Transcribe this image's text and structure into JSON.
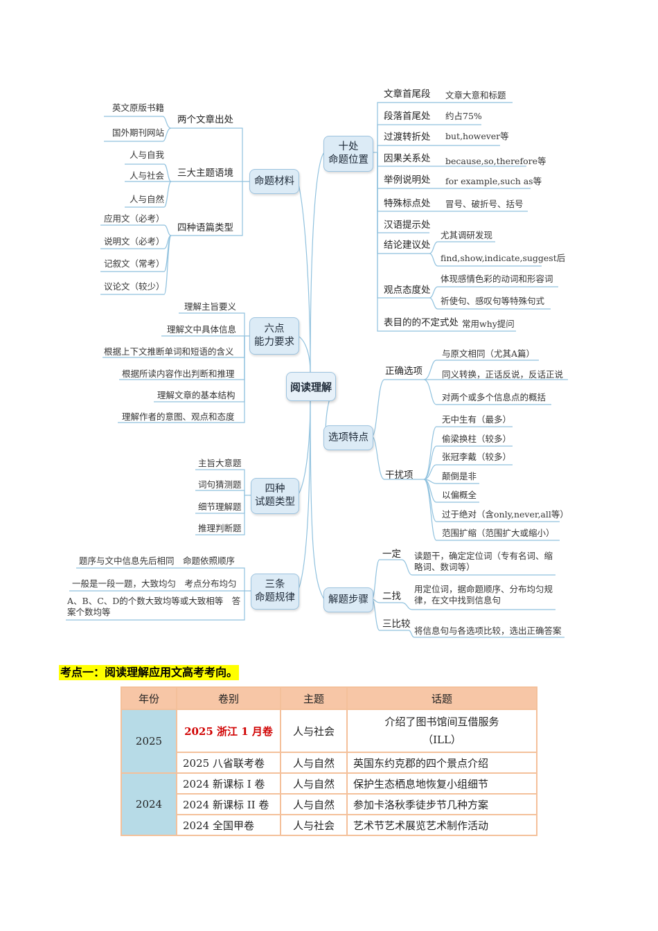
{
  "mindmap": {
    "center": "阅读理解",
    "left": {
      "material": {
        "label": "命题材料",
        "sources": {
          "label": "两个文章出处",
          "items": [
            "英文原版书籍",
            "国外期刊网站"
          ]
        },
        "themes": {
          "label": "三大主题语境",
          "items": [
            "人与自我",
            "人与社会",
            "人与自然"
          ]
        },
        "genres": {
          "label": "四种语篇类型",
          "items": [
            "应用文（必考）",
            "说明文（必考）",
            "记叙文（常考）",
            "议论文（较少）"
          ]
        }
      },
      "abilities": {
        "label": "六点\n能力要求",
        "items": [
          "理解主旨要义",
          "理解文中具体信息",
          "根据上下文推断单词和短语的含义",
          "根据所读内容作出判断和推理",
          "理解文章的基本结构",
          "理解作者的意图、观点和态度"
        ]
      },
      "types": {
        "label": "四种\n试题类型",
        "items": [
          "主旨大意题",
          "词句猜测题",
          "细节理解题",
          "推理判断题"
        ]
      },
      "rules": {
        "label": "三条\n命题规律",
        "items": [
          "题序与文中信息先后相同　命题依照顺序",
          "一般是一段一题，大致均匀　考点分布均匀",
          "A、B、C、D的个数大致均等或大致相等　答案个数均等"
        ]
      }
    },
    "right": {
      "positions": {
        "label": "十处\n命题位置",
        "items": [
          {
            "label": "文章首尾段",
            "notes": [
              "文章大意和标题"
            ]
          },
          {
            "label": "段落首尾处",
            "notes": [
              "约占75%"
            ]
          },
          {
            "label": "过渡转折处",
            "notes": [
              "but,however等"
            ]
          },
          {
            "label": "因果关系处",
            "notes": [
              "because,so,therefore等"
            ]
          },
          {
            "label": "举例说明处",
            "notes": [
              "for example,such as等"
            ]
          },
          {
            "label": "特殊标点处",
            "notes": [
              "冒号、破折号、括号"
            ]
          },
          {
            "label": "汉语提示处",
            "notes": []
          },
          {
            "label": "结论建议处",
            "notes": [
              "尤其调研发现",
              "find,show,indicate,suggest后"
            ]
          },
          {
            "label": "观点态度处",
            "notes": [
              "体现感情色彩的动词和形容词",
              "祈使句、感叹句等特殊句式"
            ]
          },
          {
            "label": "表目的的不定式处",
            "notes": [
              "常用why提问"
            ]
          }
        ]
      },
      "options": {
        "label": "选项特点",
        "correct": {
          "label": "正确选项",
          "items": [
            "与原文相同（尤其A篇）",
            "同义转换，正话反说，反话正说",
            "对两个或多个信息点的概括"
          ]
        },
        "distract": {
          "label": "干扰项",
          "items": [
            "无中生有（最多）",
            "偷梁换柱（较多）",
            "张冠李戴（较多）",
            "颠倒是非",
            "以偏概全",
            "过于绝对（含only,never,all等）",
            "范围扩缩（范围扩大或缩小）"
          ]
        }
      },
      "steps": {
        "label": "解题步骤",
        "items": [
          {
            "label": "一定",
            "note": "读题干，确定定位词（专有名词、缩略词、数词等）"
          },
          {
            "label": "二找",
            "note": "用定位词，据命题顺序、分布均匀规律，在文中找到信息句"
          },
          {
            "label": "三比较",
            "note": "将信息句与各选项比较，选出正确答案"
          }
        ]
      }
    }
  },
  "section": {
    "heading": "考点一：阅读理解应用文高考考向。"
  },
  "table": {
    "headers": [
      "年份",
      "卷别",
      "主题",
      "话题"
    ],
    "groups": [
      {
        "year": "2025",
        "rows": [
          {
            "paper": "2025 浙江 1 月卷",
            "theme": "人与社会",
            "topic": "介绍了图书馆间互借服务（ILL）"
          },
          {
            "paper": "2025 八省联考卷",
            "theme": "人与自然",
            "topic": "英国东约克郡的四个景点介绍"
          }
        ]
      },
      {
        "year": "2024",
        "rows": [
          {
            "paper": "2024 新课标 I 卷",
            "theme": "人与自然",
            "topic": "保护生态栖息地恢复小组细节"
          },
          {
            "paper": "2024 新课标 II 卷",
            "theme": "人与自然",
            "topic": "参加卡洛秋季徒步节几种方案"
          },
          {
            "paper": "2024 全国甲卷",
            "theme": "人与社会",
            "topic": "艺术节艺术展览艺术制作活动"
          }
        ]
      }
    ]
  },
  "colors": {
    "node_fill": "#dcebf6",
    "branch_line": "#8fc1de",
    "table_border": "#f4c09a",
    "year_cell": "#b7dbe7",
    "highlight": "#ffff00",
    "emphasis_text": "#d00000"
  }
}
